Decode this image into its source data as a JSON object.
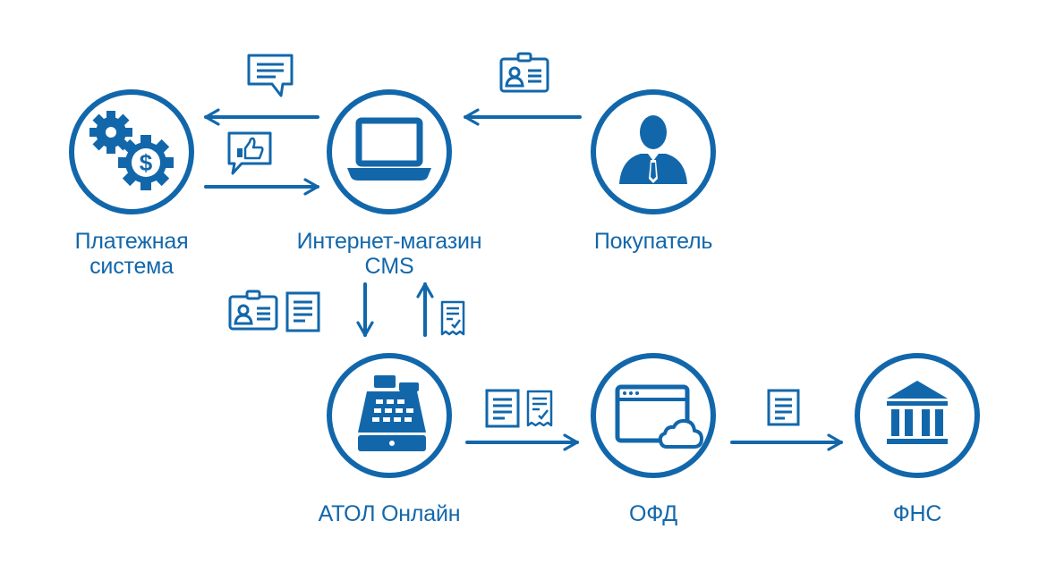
{
  "nodes": {
    "payment_system": {
      "label_line1": "Платежная",
      "label_line2": "система"
    },
    "online_store": {
      "label_line1": "Интернет-магазин",
      "label_line2": "CMS"
    },
    "customer": {
      "label": "Покупатель"
    },
    "atol_online": {
      "label": "АТОЛ Онлайн"
    },
    "ofd": {
      "label": "ОФД"
    },
    "fns": {
      "label": "ФНС"
    }
  },
  "colors": {
    "primary": "#1267ab",
    "background": "#ffffff"
  },
  "icons": {
    "payment_system": "gears-dollar-icon",
    "online_store": "laptop-icon",
    "customer": "person-tie-icon",
    "atol_online": "cash-register-icon",
    "ofd": "browser-cloud-icon",
    "fns": "bank-building-icon",
    "flow_docs": [
      "message-icon",
      "thumbs-up-message-icon",
      "id-card-icon",
      "document-icon",
      "receipt-check-icon",
      "bank-building-icon"
    ]
  }
}
